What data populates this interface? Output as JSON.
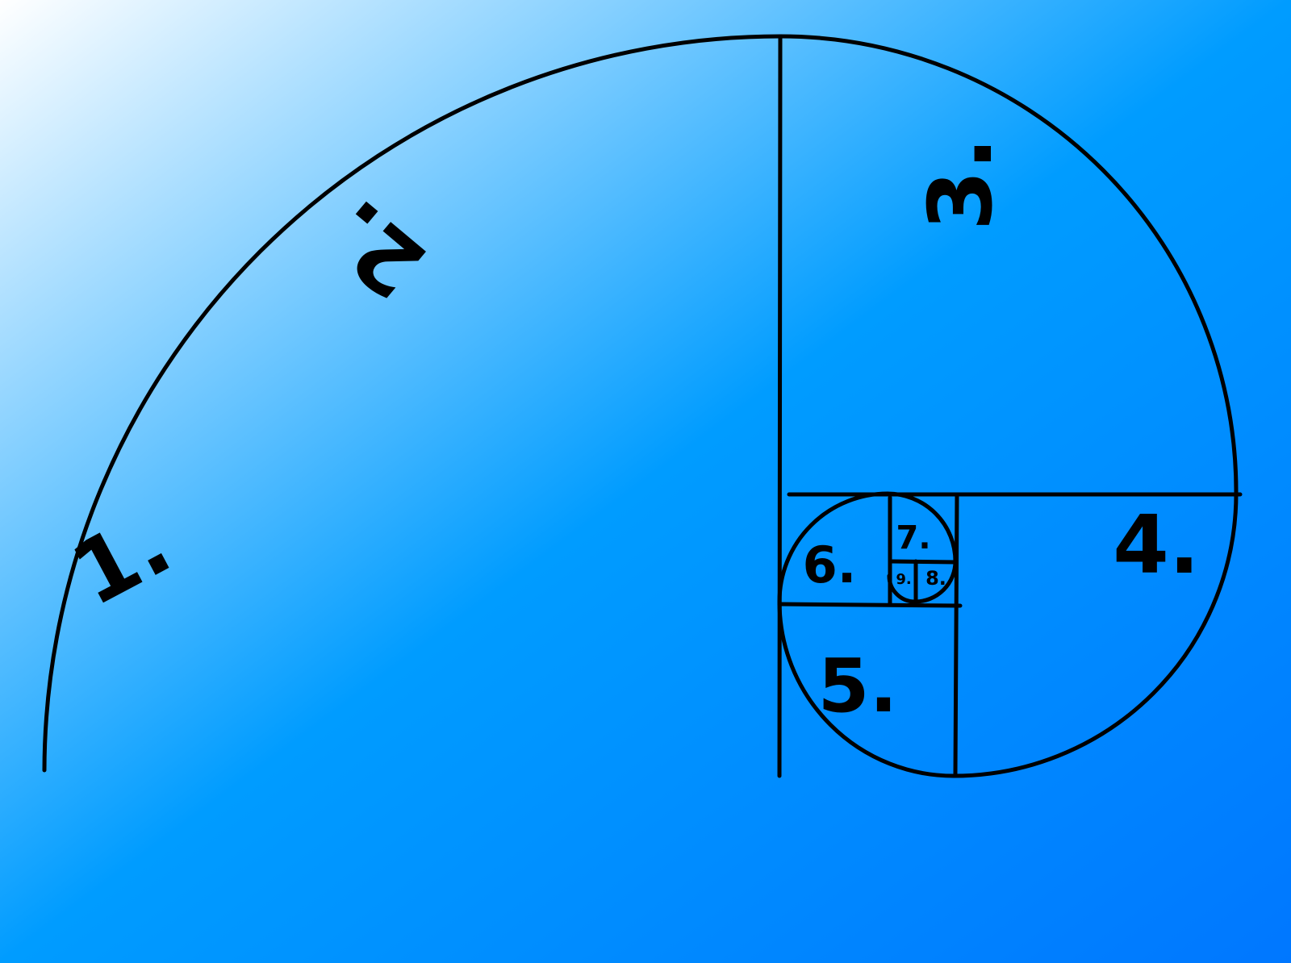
{
  "diagram": {
    "background_colors": [
      "#ffffff",
      "#009cff",
      "#0077ff"
    ],
    "line_color": "#000000",
    "labels": [
      "1.",
      "2.",
      "3.",
      "4.",
      "5.",
      "6.",
      "7.",
      "8.",
      "9."
    ]
  }
}
